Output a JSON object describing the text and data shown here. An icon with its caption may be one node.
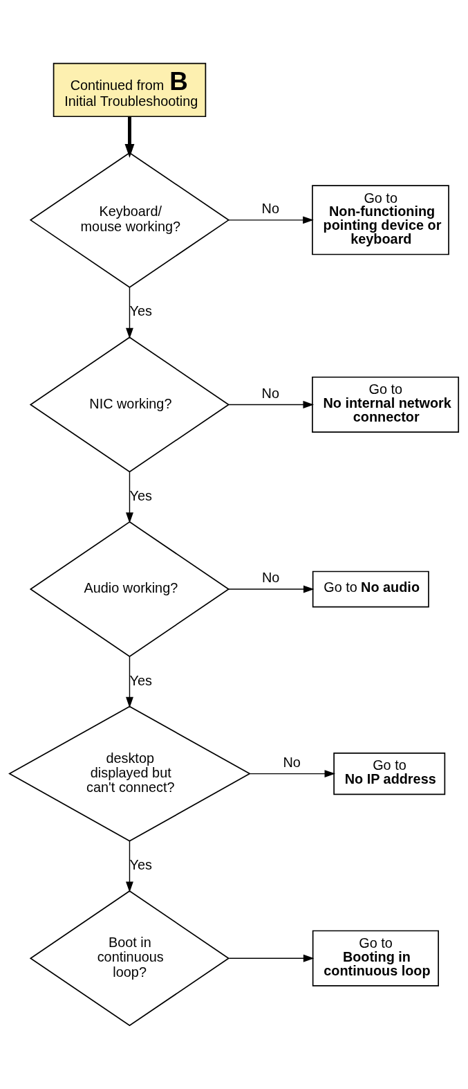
{
  "diagram": {
    "nodes": [
      {
        "text": [
          "Continued from **B**",
          "Initial Troubleshooting"
        ]
      },
      {
        "text": [
          "Keyboard/ mouse working?"
        ]
      },
      {
        "text": [
          "Go to",
          "Non-functioning pointing device or keyboard"
        ]
      },
      {
        "text": [
          "NIC working?"
        ]
      },
      {
        "text": [
          "Go to",
          "No internal network connector"
        ]
      },
      {
        "text": [
          "Audio working?"
        ]
      },
      {
        "text": [
          "Go to",
          "No audio"
        ]
      },
      {
        "text": [
          "desktop displayed but can't connect?"
        ]
      },
      {
        "text": [
          "Go to",
          "No IP address"
        ]
      },
      {
        "text": [
          "Boot in continuous loop?"
        ]
      },
      {
        "text": [
          "Go to",
          "Booting in continuous loop"
        ]
      }
    ],
    "edges": [
      {
        "from": 0,
        "to": 1,
        "arrow": "to",
        "style": "thick"
      },
      {
        "from": 1,
        "to": 2,
        "arrow": "to",
        "label": "No"
      },
      {
        "from": 1,
        "to": 3,
        "arrow": "to",
        "label": "Yes"
      },
      {
        "from": 3,
        "to": 4,
        "arrow": "to",
        "label": "No"
      },
      {
        "from": 3,
        "to": 5,
        "arrow": "to",
        "label": "Yes"
      },
      {
        "from": 5,
        "to": 6,
        "arrow": "to",
        "label": "No"
      },
      {
        "from": 5,
        "to": 7,
        "arrow": "to",
        "label": "Yes"
      },
      {
        "from": 7,
        "to": 8,
        "arrow": "to",
        "label": "No"
      },
      {
        "from": 7,
        "to": 9,
        "arrow": "to",
        "label": "Yes"
      },
      {
        "from": 9,
        "to": 10,
        "arrow": "to"
      }
    ]
  }
}
